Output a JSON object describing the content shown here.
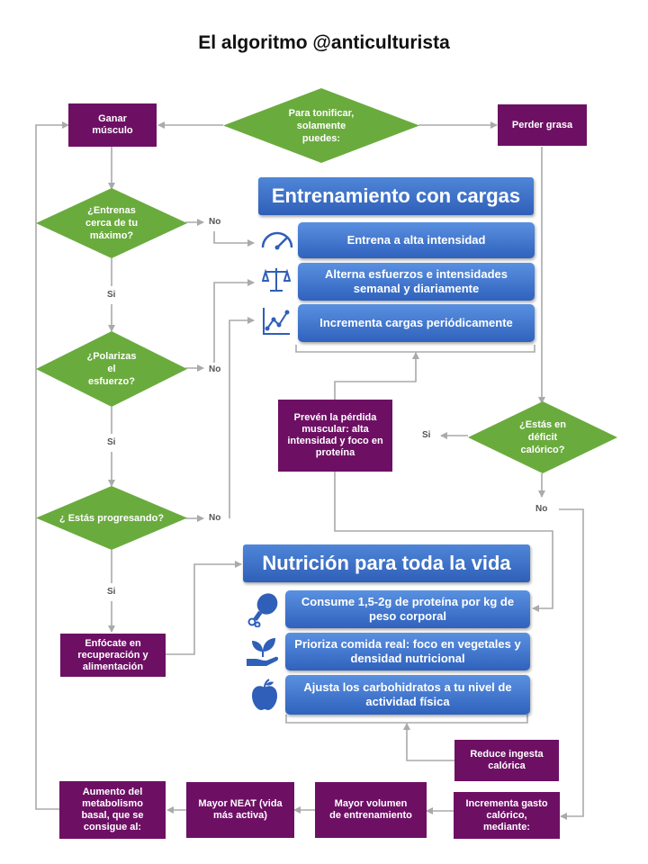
{
  "title": "El algoritmo @anticulturista",
  "start_question": "Para tonificar, solamente puedes:",
  "left_branch": {
    "ganar": "Ganar músculo",
    "q_max": "¿Entrenas cerca de tu máximo?",
    "q_polar": "¿Polarizas el esfuerzo?",
    "q_prog": "¿ Estás progresando?",
    "si": "Si",
    "no": "No",
    "recovery": "Enfócate en recuperación y alimentación"
  },
  "right_branch": {
    "perder": "Perder grasa",
    "q_deficit": "¿Estás en déficit calórico?",
    "si": "Si",
    "no": "No",
    "prevent": "Prevén la pérdida muscular: alta intensidad y foco en proteína",
    "reduce": "Reduce ingesta calórica"
  },
  "training": {
    "header": "Entrenamiento con cargas",
    "items": [
      {
        "icon": "speedometer-icon",
        "text": "Entrena a alta intensidad"
      },
      {
        "icon": "balance-scale-icon",
        "text": "Alterna esfuerzos e intensidades semanal y diariamente"
      },
      {
        "icon": "line-chart-icon",
        "text": "Incrementa cargas periódicamente"
      }
    ]
  },
  "nutrition": {
    "header": "Nutrición para toda la vida",
    "items": [
      {
        "icon": "drumstick-icon",
        "text": "Consume 1,5-2g de proteína por kg de peso corporal"
      },
      {
        "icon": "plant-in-hand-icon",
        "text": "Prioriza comida real: foco en vegetales y densidad nutricional"
      },
      {
        "icon": "apple-icon",
        "text": "Ajusta los carbohidratos a tu nivel de actividad física"
      }
    ]
  },
  "bottom_row": {
    "increase": "Incrementa gasto calórico, mediante:",
    "volume": "Mayor volumen de entrenamiento",
    "neat": "Mayor NEAT (vida más activa)",
    "metabolism": "Aumento del metabolismo basal, que se consigue al:"
  },
  "colors": {
    "purple": "#6d1064",
    "green": "#6aab3e",
    "blue": "#3a6fc8",
    "connector": "#aaaaaa"
  }
}
